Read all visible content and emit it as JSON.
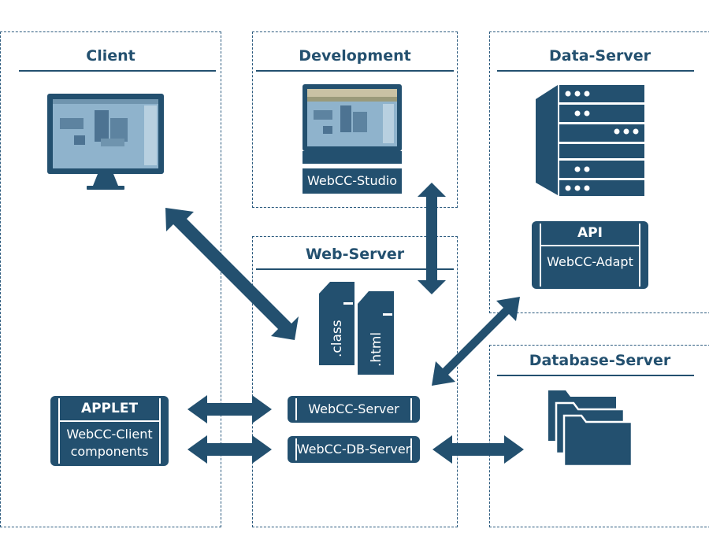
{
  "sections": {
    "client": "Client",
    "development": "Development",
    "data_server": "Data-Server",
    "web_server": "Web-Server",
    "database_server": "Database-Server"
  },
  "boxes": {
    "webcc_studio": "WebCC-Studio",
    "api_title": "API",
    "webcc_adapt": "WebCC-Adapt",
    "applet_title": "APPLET",
    "webcc_client_line1": "WebCC-Client",
    "webcc_client_line2": "components",
    "webcc_server": "WebCC-Server",
    "webcc_db_server": "WebCC-DB-Server"
  },
  "files": {
    "class_label": ".class",
    "html_label": ".html"
  },
  "colors": {
    "primary": "#23506f",
    "screen": "#8fb3cc",
    "background": "#ffffff"
  }
}
